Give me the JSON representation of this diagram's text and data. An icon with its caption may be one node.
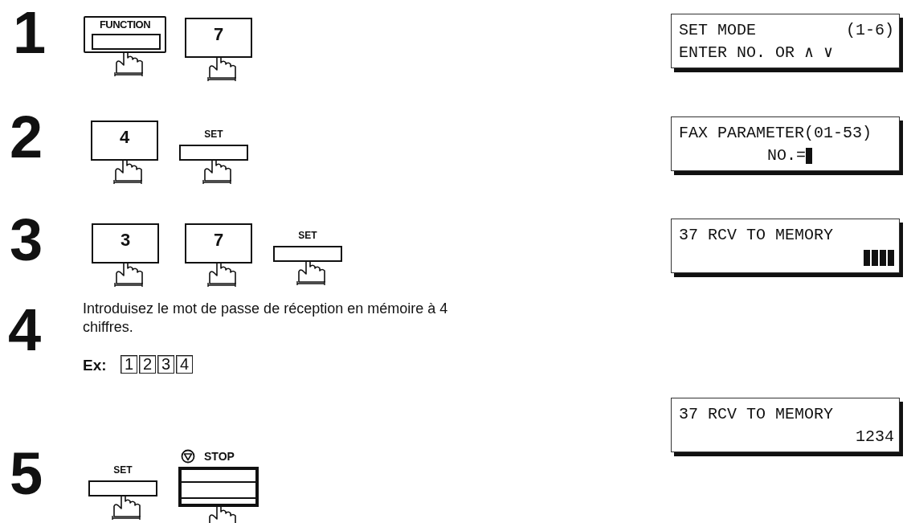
{
  "diagram": {
    "nodes": [
      {
        "text": [
          "FUNCTION"
        ]
      },
      {
        "text": [
          "7"
        ]
      },
      {
        "text": [
          "SET MODE",
          "(1-6)",
          "ENTER NO. OR ∧ ∨"
        ]
      },
      {
        "text": [
          "4"
        ]
      },
      {
        "text": [
          "SET"
        ]
      },
      {
        "text": [
          "FAX PARAMETER(01-53)",
          "NO.="
        ]
      },
      {
        "text": [
          "3"
        ]
      },
      {
        "text": [
          "7"
        ]
      },
      {
        "text": [
          "SET"
        ]
      },
      {
        "text": [
          "37 RCV TO MEMORY"
        ]
      },
      {
        "text": [
          "1"
        ]
      },
      {
        "text": [
          "2"
        ]
      },
      {
        "text": [
          "3"
        ]
      },
      {
        "text": [
          "4"
        ]
      },
      {
        "text": [
          "37 RCV TO MEMORY",
          "1234"
        ]
      },
      {
        "text": [
          "SET"
        ]
      },
      {
        "text": [
          "STOP"
        ]
      }
    ],
    "labels": [
      "1",
      "2",
      "3",
      "4",
      "Introduisez le mot de passe de réception en mémoire à 4 chiffres.",
      "Ex:",
      "5"
    ]
  }
}
